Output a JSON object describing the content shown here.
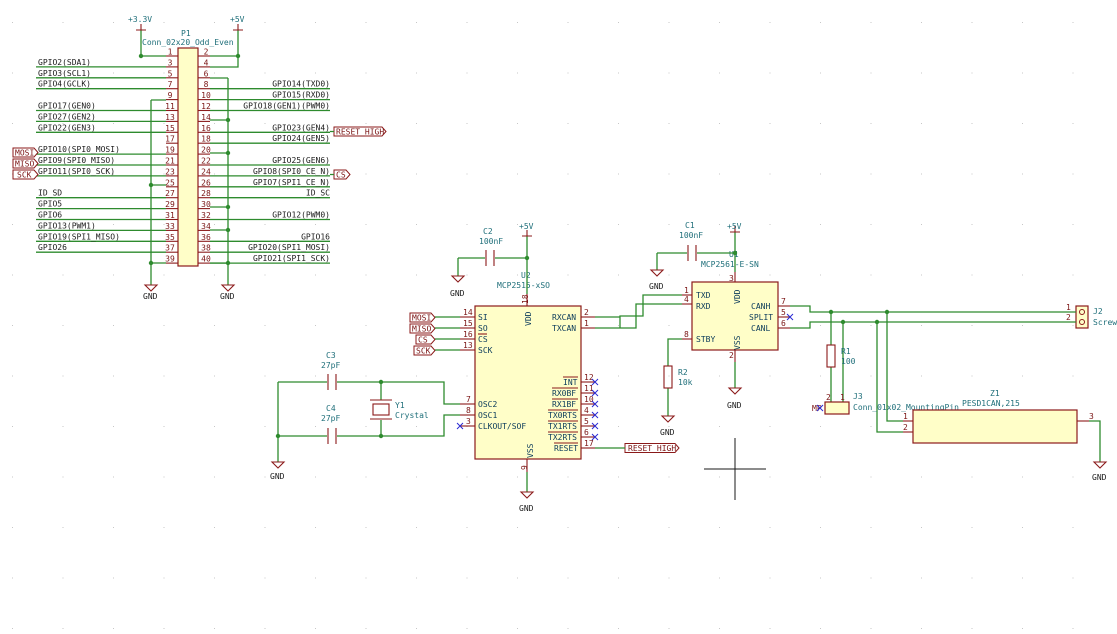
{
  "rail_labels": {
    "v33_top": "+3.3V",
    "v5_top": "+5V",
    "v5_u2": "+5V",
    "v5_u1": "+5V",
    "gnd": "GND"
  },
  "header": {
    "ref": "P1",
    "value": "Conn_02x20_Odd_Even",
    "rows": [
      {
        "odd": "1",
        "even": "2",
        "left": "",
        "right": ""
      },
      {
        "odd": "3",
        "even": "4",
        "left": "GPIO2(SDA1)",
        "right": ""
      },
      {
        "odd": "5",
        "even": "6",
        "left": "GPIO3(SCL1)",
        "right": ""
      },
      {
        "odd": "7",
        "even": "8",
        "left": "GPIO4(GCLK)",
        "right": "GPIO14(TXD0)"
      },
      {
        "odd": "9",
        "even": "10",
        "left": "",
        "right": "GPIO15(RXD0)"
      },
      {
        "odd": "11",
        "even": "12",
        "left": "GPIO17(GEN0)",
        "right": "GPIO18(GEN1)(PWM0)"
      },
      {
        "odd": "13",
        "even": "14",
        "left": "GPIO27(GEN2)",
        "right": ""
      },
      {
        "odd": "15",
        "even": "16",
        "left": "GPIO22(GEN3)",
        "right": "GPIO23(GEN4)"
      },
      {
        "odd": "17",
        "even": "18",
        "left": "",
        "right": "GPIO24(GEN5)"
      },
      {
        "odd": "19",
        "even": "20",
        "left": "GPIO10(SPI0_MOSI)",
        "right": ""
      },
      {
        "odd": "21",
        "even": "22",
        "left": "GPIO9(SPI0_MISO)",
        "right": "GPIO25(GEN6)"
      },
      {
        "odd": "23",
        "even": "24",
        "left": "GPIO11(SPI0_SCK)",
        "right": "GPIO8(SPI0_CE_N)"
      },
      {
        "odd": "25",
        "even": "26",
        "left": "",
        "right": "GPIO7(SPI1_CE_N)"
      },
      {
        "odd": "27",
        "even": "28",
        "left": "ID_SD",
        "right": "ID_SC"
      },
      {
        "odd": "29",
        "even": "30",
        "left": "GPIO5",
        "right": ""
      },
      {
        "odd": "31",
        "even": "32",
        "left": "GPIO6",
        "right": "GPIO12(PWM0)"
      },
      {
        "odd": "33",
        "even": "34",
        "left": "GPIO13(PWM1)",
        "right": ""
      },
      {
        "odd": "35",
        "even": "36",
        "left": "GPIO19(SPI1_MISO)",
        "right": "GPIO16"
      },
      {
        "odd": "37",
        "even": "38",
        "left": "GPIO26",
        "right": "GPIO20(SPI1_MOSI)"
      },
      {
        "odd": "39",
        "even": "40",
        "left": "",
        "right": "GPIO21(SPI1_SCK)"
      }
    ]
  },
  "flags": {
    "mosi": "MOSI",
    "miso": "MISO",
    "sck": "SCK",
    "cs": "CS",
    "reset_high": "RESET_HIGH"
  },
  "u2": {
    "ref": "U2",
    "value": "MCP2515-xSO",
    "pins": {
      "si": {
        "num": "14",
        "name": "SI"
      },
      "so": {
        "num": "15",
        "name": "SO"
      },
      "cs": {
        "num": "16",
        "name": "CS"
      },
      "sck": {
        "num": "13",
        "name": "SCK"
      },
      "osc2": {
        "num": "7",
        "name": "OSC2"
      },
      "osc1": {
        "num": "8",
        "name": "OSC1"
      },
      "clkout": {
        "num": "3",
        "name": "CLKOUT/SOF"
      },
      "vdd": {
        "num": "18",
        "name": "VDD"
      },
      "vss": {
        "num": "9",
        "name": "VSS"
      },
      "rxcan": {
        "num": "2",
        "name": "RXCAN"
      },
      "txcan": {
        "num": "1",
        "name": "TXCAN"
      },
      "int": {
        "num": "12",
        "name": "INT"
      },
      "rx0bf": {
        "num": "11",
        "name": "RX0BF"
      },
      "rx1bf": {
        "num": "10",
        "name": "RX1BF"
      },
      "tx0rts": {
        "num": "4",
        "name": "TX0RTS"
      },
      "tx1rts": {
        "num": "5",
        "name": "TX1RTS"
      },
      "tx2rts": {
        "num": "6",
        "name": "TX2RTS"
      },
      "reset": {
        "num": "17",
        "name": "RESET"
      }
    }
  },
  "u1": {
    "ref": "U1",
    "value": "MCP2561-E-SN",
    "pins": {
      "txd": {
        "num": "1",
        "name": "TXD"
      },
      "rxd": {
        "num": "4",
        "name": "RXD"
      },
      "stby": {
        "num": "8",
        "name": "STBY"
      },
      "vdd": {
        "num": "3",
        "name": "VDD"
      },
      "vss": {
        "num": "2",
        "name": "VSS"
      },
      "canh": {
        "num": "7",
        "name": "CANH"
      },
      "split": {
        "num": "5",
        "name": "SPLIT"
      },
      "canl": {
        "num": "6",
        "name": "CANL"
      }
    }
  },
  "c2": {
    "ref": "C2",
    "value": "100nF"
  },
  "c1": {
    "ref": "C1",
    "value": "100nF"
  },
  "c3": {
    "ref": "C3",
    "value": "27pF"
  },
  "c4": {
    "ref": "C4",
    "value": "27pF"
  },
  "y1": {
    "ref": "Y1",
    "value": "Crystal"
  },
  "r1": {
    "ref": "R1",
    "value": "100"
  },
  "r2": {
    "ref": "R2",
    "value": "10k"
  },
  "j2": {
    "ref": "J2",
    "value": "Screw_",
    "pin1": "1",
    "pin2": "2"
  },
  "j3": {
    "ref": "J3",
    "value": "Conn_01x02_MountingPin",
    "mp": "MP",
    "pin1": "1",
    "pin2": "2"
  },
  "z1": {
    "ref": "Z1",
    "value": "PESD1CAN,215",
    "pin1": "1",
    "pin2": "2",
    "pin3": "3"
  }
}
